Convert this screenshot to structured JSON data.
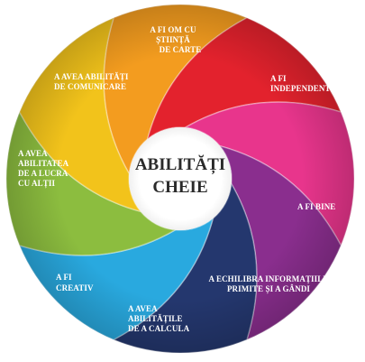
{
  "center": {
    "line1": "ABILITĂȚI",
    "line2": "CHEIE"
  },
  "segments": [
    {
      "id": "stiinta",
      "color": "#f39c1f",
      "lines": [
        "A FI OM CU",
        "ȘTIINȚĂ",
        "DE CARTE"
      ]
    },
    {
      "id": "independent",
      "color": "#e3222d",
      "lines": [
        "A FI",
        "INDEPENDENT"
      ]
    },
    {
      "id": "bine",
      "color": "#e8358c",
      "lines": [
        "A FI BINE"
      ]
    },
    {
      "id": "informatii",
      "color": "#8a2e8e",
      "lines": [
        "A ECHILIBRA INFORMAȚIILE",
        "PRIMITE ȘI A GÂNDI"
      ]
    },
    {
      "id": "calcula",
      "color": "#24376e",
      "lines": [
        "A AVEA",
        "ABILITĂȚILE",
        "DE A CALCULA"
      ]
    },
    {
      "id": "creativ",
      "color": "#29a9df",
      "lines": [
        "A FI",
        "CREATIV"
      ]
    },
    {
      "id": "altii",
      "color": "#8cbd3f",
      "lines": [
        "A AVEA",
        "ABILITATEA",
        "DE A LUCRA",
        "CU ALȚII"
      ]
    },
    {
      "id": "comunicare",
      "color": "#f2c31b",
      "lines": [
        "A AVEA ABILITĂȚI",
        "DE COMUNICARE"
      ]
    }
  ]
}
